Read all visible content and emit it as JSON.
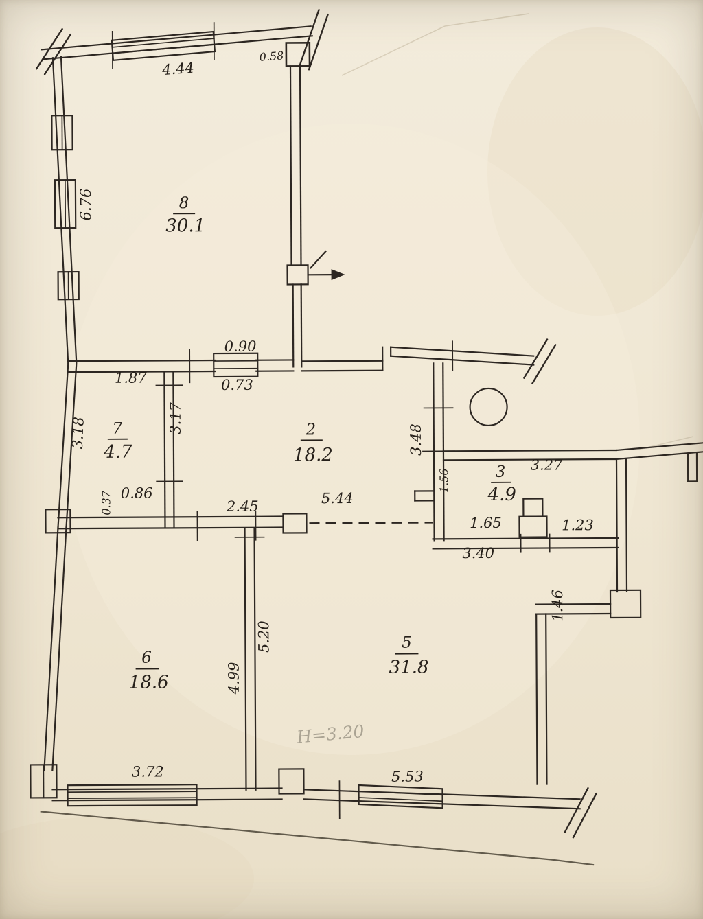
{
  "document": {
    "kind": "scanned-apartment-floor-plan"
  },
  "colors": {
    "paper": "#efe6d2",
    "ink": "#2d2722",
    "pencil": "#a39c8d"
  },
  "rooms": [
    {
      "num": "8",
      "area": "30.1"
    },
    {
      "num": "7",
      "area": "4.7"
    },
    {
      "num": "2",
      "area": "18.2"
    },
    {
      "num": "3",
      "area": "4.9"
    },
    {
      "num": "5",
      "area": "31.8"
    },
    {
      "num": "6",
      "area": "18.6"
    }
  ],
  "dims": {
    "d444": "4.44",
    "d058": "0.58",
    "d676": "6.76",
    "d090": "0.90",
    "d073": "0.73",
    "d187": "1.87",
    "d318": "3.18",
    "d317": "3.17",
    "d348": "3.48",
    "d156": "1.56",
    "d327": "3.27",
    "d037": "0.37",
    "d086": "0.86",
    "d245": "2.45",
    "d544": "5.44",
    "d165": "1.65",
    "d123": "1.23",
    "d340": "3.40",
    "d146": "1.46",
    "d499": "4.99",
    "d520": "5.20",
    "d372": "3.72",
    "d553": "5.53"
  },
  "notes": {
    "height": "H=3.20"
  }
}
